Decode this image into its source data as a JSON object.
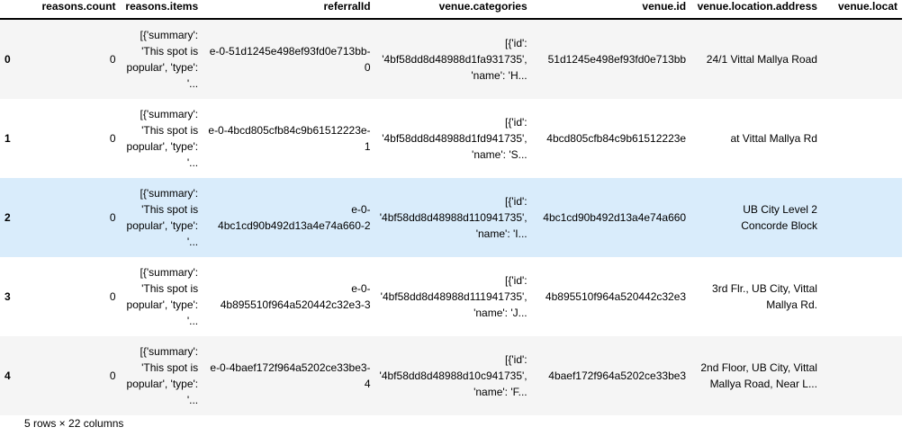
{
  "table": {
    "columns": [
      {
        "key": "index",
        "label": ""
      },
      {
        "key": "reasons_count",
        "label": "reasons.count"
      },
      {
        "key": "reasons_items",
        "label": "reasons.items"
      },
      {
        "key": "referral_id",
        "label": "referralId"
      },
      {
        "key": "venue_categories",
        "label": "venue.categories"
      },
      {
        "key": "venue_id",
        "label": "venue.id"
      },
      {
        "key": "venue_location_address",
        "label": "venue.location.address"
      },
      {
        "key": "venue_location_truncated",
        "label": "venue.locat"
      }
    ],
    "rows": [
      {
        "index": "0",
        "reasons_count": "0",
        "reasons_items": "[{'summary': 'This spot is popular', 'type': '...",
        "referral_id": "e-0-51d1245e498ef93fd0e713bb-0",
        "venue_categories": "[{'id': '4bf58dd8d48988d1fa931735', 'name': 'H...",
        "venue_id": "51d1245e498ef93fd0e713bb",
        "venue_location_address": "24/1 Vittal Mallya Road",
        "venue_location_truncated": "",
        "highlighted": false,
        "striped": true
      },
      {
        "index": "1",
        "reasons_count": "0",
        "reasons_items": "[{'summary': 'This spot is popular', 'type': '...",
        "referral_id": "e-0-4bcd805cfb84c9b61512223e-1",
        "venue_categories": "[{'id': '4bf58dd8d48988d1fd941735', 'name': 'S...",
        "venue_id": "4bcd805cfb84c9b61512223e",
        "venue_location_address": "at Vittal Mallya Rd",
        "venue_location_truncated": "",
        "highlighted": false,
        "striped": false
      },
      {
        "index": "2",
        "reasons_count": "0",
        "reasons_items": "[{'summary': 'This spot is popular', 'type': '...",
        "referral_id": "e-0-4bc1cd90b492d13a4e74a660-2",
        "venue_categories": "[{'id': '4bf58dd8d48988d110941735', 'name': 'I...",
        "venue_id": "4bc1cd90b492d13a4e74a660",
        "venue_location_address": "UB City Level 2 Concorde Block",
        "venue_location_truncated": "",
        "highlighted": true,
        "striped": false
      },
      {
        "index": "3",
        "reasons_count": "0",
        "reasons_items": "[{'summary': 'This spot is popular', 'type': '...",
        "referral_id": "e-0-4b895510f964a520442c32e3-3",
        "venue_categories": "[{'id': '4bf58dd8d48988d111941735', 'name': 'J...",
        "venue_id": "4b895510f964a520442c32e3",
        "venue_location_address": "3rd Flr., UB City, Vittal Mallya Rd.",
        "venue_location_truncated": "",
        "highlighted": false,
        "striped": false
      },
      {
        "index": "4",
        "reasons_count": "0",
        "reasons_items": "[{'summary': 'This spot is popular', 'type': '...",
        "referral_id": "e-0-4baef172f964a5202ce33be3-4",
        "venue_categories": "[{'id': '4bf58dd8d48988d10c941735', 'name': 'F...",
        "venue_id": "4baef172f964a5202ce33be3",
        "venue_location_address": "2nd Floor, UB City, Vittal Mallya Road, Near L...",
        "venue_location_truncated": "",
        "highlighted": false,
        "striped": true
      }
    ]
  },
  "footer": {
    "shape_label": "5 rows × 22 columns"
  },
  "colors": {
    "highlight_row": "#d9ecfb",
    "striped_row": "#f5f5f5",
    "header_rule": "#000000",
    "text": "#000000",
    "background": "#ffffff"
  }
}
